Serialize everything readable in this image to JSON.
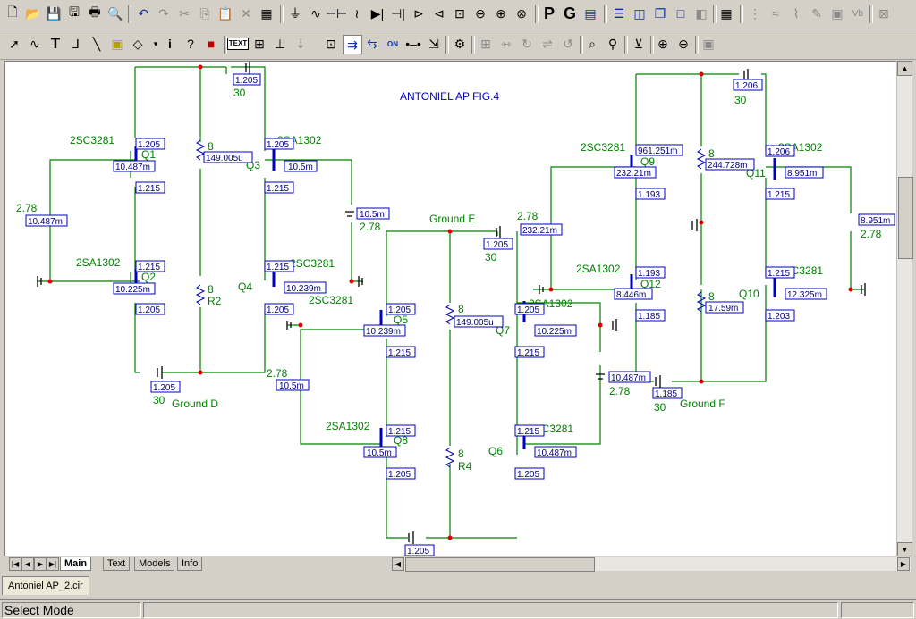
{
  "toolbar1": {
    "buttons": [
      "new-file",
      "open-file",
      "save",
      "save-all",
      "print",
      "print-preview",
      "undo",
      "redo",
      "cut",
      "copy",
      "paste",
      "delete",
      "select-all",
      "ground",
      "resistor",
      "capacitor",
      "inductor",
      "diode",
      "battery",
      "opamp",
      "transistor",
      "switch",
      "probe",
      "source"
    ],
    "glyphs": [
      "🗋",
      "📂",
      "💾",
      "🖫",
      "🖶",
      "🔍",
      "↶",
      "↷",
      "✂",
      "⎘",
      "📋",
      "✕",
      "▦",
      "⏚",
      "∿",
      "⊣⊢",
      "≀",
      "▶|",
      "⊣|",
      "⊳",
      "⊲",
      "⊡",
      "⊖",
      "⊕"
    ],
    "p_label": "P",
    "g_label": "G"
  },
  "toolbar2": {
    "text_label": "TEXT",
    "on_label": "ON"
  },
  "schematic": {
    "title": "ANTONIEL AP FIG.4",
    "ground_labels": [
      "Ground D",
      "Ground E",
      "Ground F"
    ],
    "labels": {
      "q1_part": "2SC3281",
      "q1": "Q1",
      "q2_part": "2SA1302",
      "q2": "Q2",
      "q3_part": "2SA1302",
      "q3": "Q3",
      "q4_part": "2SC3281",
      "q4": "Q4",
      "q5": "Q5",
      "q6": "Q6",
      "q7": "Q7",
      "q7_part": "2SA1302",
      "q8": "Q8",
      "q8_part": "2SA1302",
      "q6_part": "2SC3281",
      "q9": "Q9",
      "q9_part": "2SC3281",
      "q10": "Q10",
      "q10_part": "2SC3281",
      "q11": "Q11",
      "q11_part": "2SA1302",
      "q12": "Q12",
      "q12_part": "2SA1302",
      "r2": "R2",
      "r4": "R4",
      "r_val": "8",
      "v30": "30",
      "v278": "2.78"
    },
    "values": {
      "v1205": "1.205",
      "v1215": "1.215",
      "v10487m": "10.487m",
      "v10225m": "10.225m",
      "v149005u": "149.005u",
      "v105m": "10.5m",
      "v10239m": "10.239m",
      "v961251m": "961.251m",
      "v23221m": "232.21m",
      "v1193": "1.193",
      "v8446m": "8.446m",
      "v1185": "1.185",
      "v1206": "1.206",
      "v244728m": "244.728m",
      "v8951m": "8.951m",
      "v17590m": "17.59m",
      "v12325m": "12.325m",
      "v1203": "1.203"
    }
  },
  "tabs": [
    "Main",
    "Text",
    "Models",
    "Info"
  ],
  "document_tab": "Antoniel AP_2.cir",
  "status": "Select Mode",
  "colors": {
    "wire": "#008000",
    "node": "#e00000",
    "value": "#0000c0",
    "label": "#008000",
    "part": "#0000c0"
  }
}
